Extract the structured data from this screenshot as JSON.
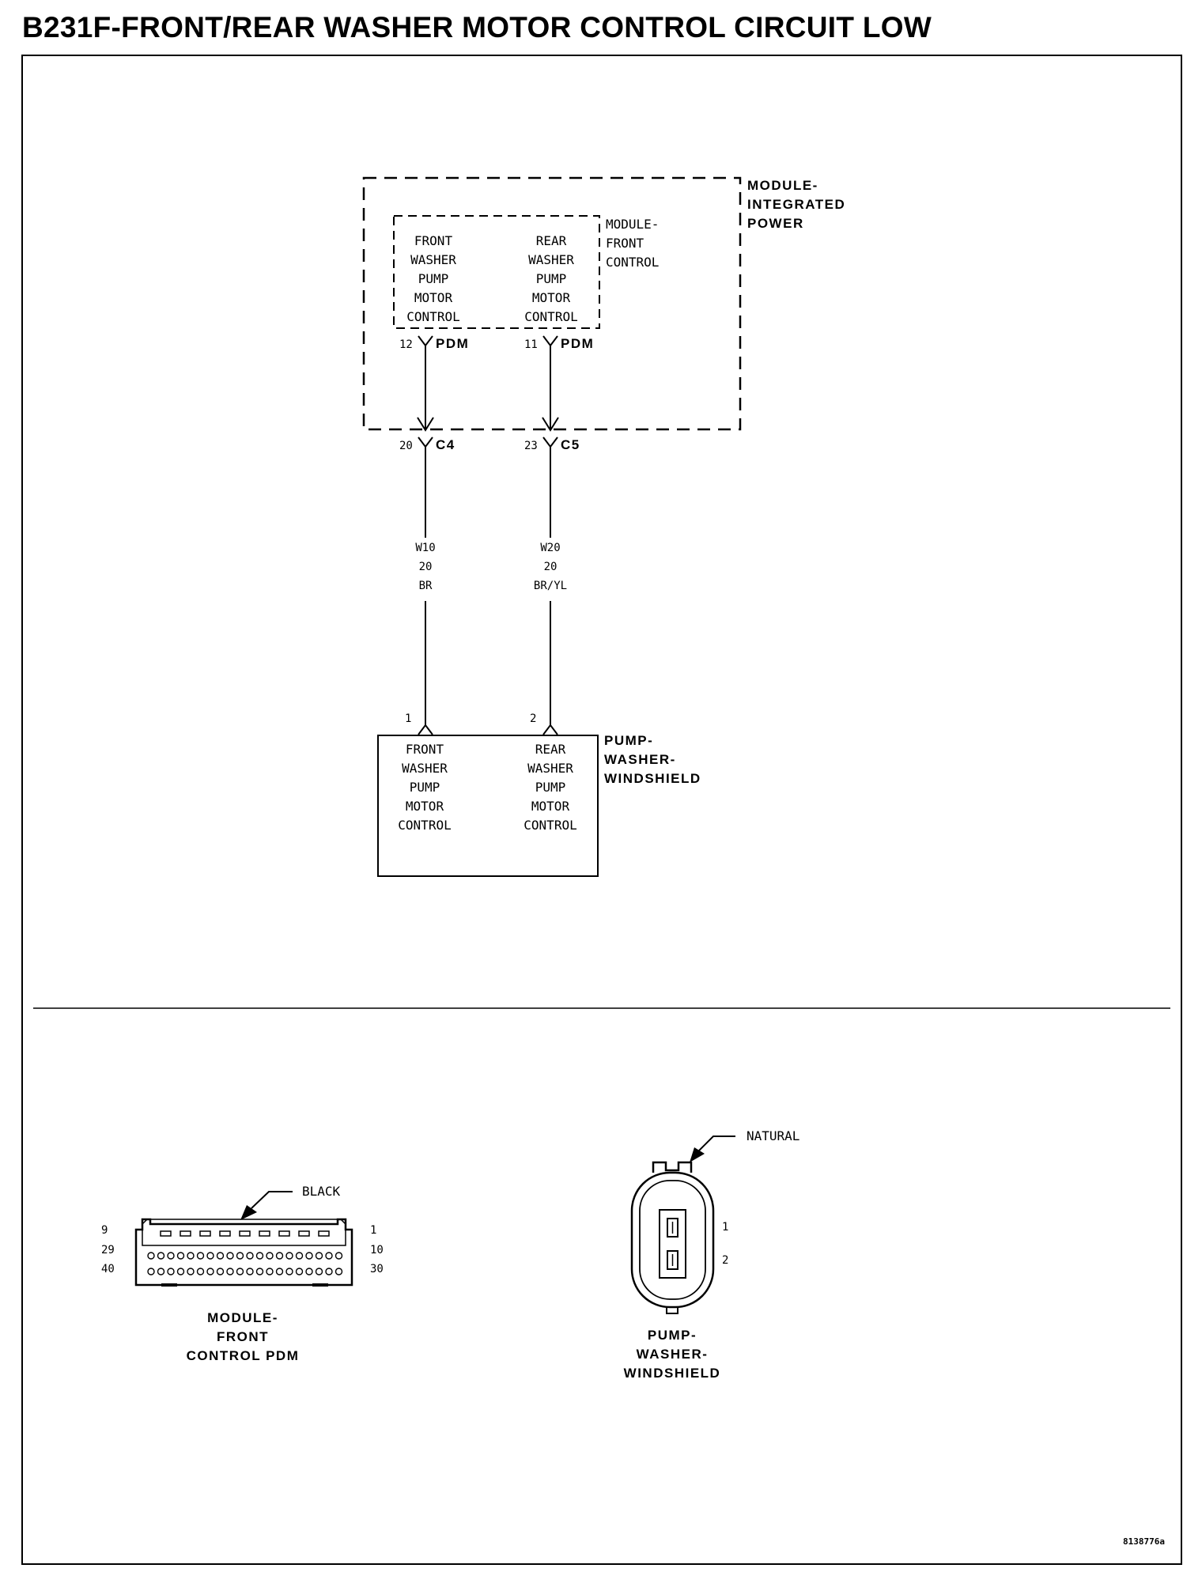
{
  "title": "B231F-FRONT/REAR WASHER MOTOR CONTROL CIRCUIT LOW",
  "module_integrated_power": {
    "label_lines": [
      "MODULE-",
      "INTEGRATED",
      "POWER"
    ]
  },
  "module_front_control": {
    "label_lines": [
      "MODULE-",
      "FRONT",
      "CONTROL"
    ]
  },
  "circuits": [
    {
      "module_function": [
        "FRONT",
        "WASHER",
        "PUMP",
        "MOTOR",
        "CONTROL"
      ],
      "pdm_pin": "12",
      "pdm_connector": "PDM",
      "c_pin": "20",
      "c_connector": "C4",
      "wire": [
        "W10",
        "20",
        "BR"
      ],
      "pump_pin": "1",
      "pump_function": [
        "FRONT",
        "WASHER",
        "PUMP",
        "MOTOR",
        "CONTROL"
      ]
    },
    {
      "module_function": [
        "REAR",
        "WASHER",
        "PUMP",
        "MOTOR",
        "CONTROL"
      ],
      "pdm_pin": "11",
      "pdm_connector": "PDM",
      "c_pin": "23",
      "c_connector": "C5",
      "wire": [
        "W20",
        "20",
        "BR/YL"
      ],
      "pump_pin": "2",
      "pump_function": [
        "REAR",
        "WASHER",
        "PUMP",
        "MOTOR",
        "CONTROL"
      ]
    }
  ],
  "pump_washer_windshield": {
    "label_lines": [
      "PUMP-",
      "WASHER-",
      "WINDSHIELD"
    ]
  },
  "connector_views": [
    {
      "color": "BLACK",
      "pin_labels_left": [
        "9",
        "29",
        "40"
      ],
      "pin_labels_right": [
        "1",
        "10",
        "30"
      ],
      "caption_lines": [
        "MODULE-",
        "FRONT",
        "CONTROL PDM"
      ]
    },
    {
      "color": "NATURAL",
      "pin_labels": [
        "1",
        "2"
      ],
      "caption_lines": [
        "PUMP-",
        "WASHER-",
        "WINDSHIELD"
      ]
    }
  ],
  "figure_id": "8138776a"
}
